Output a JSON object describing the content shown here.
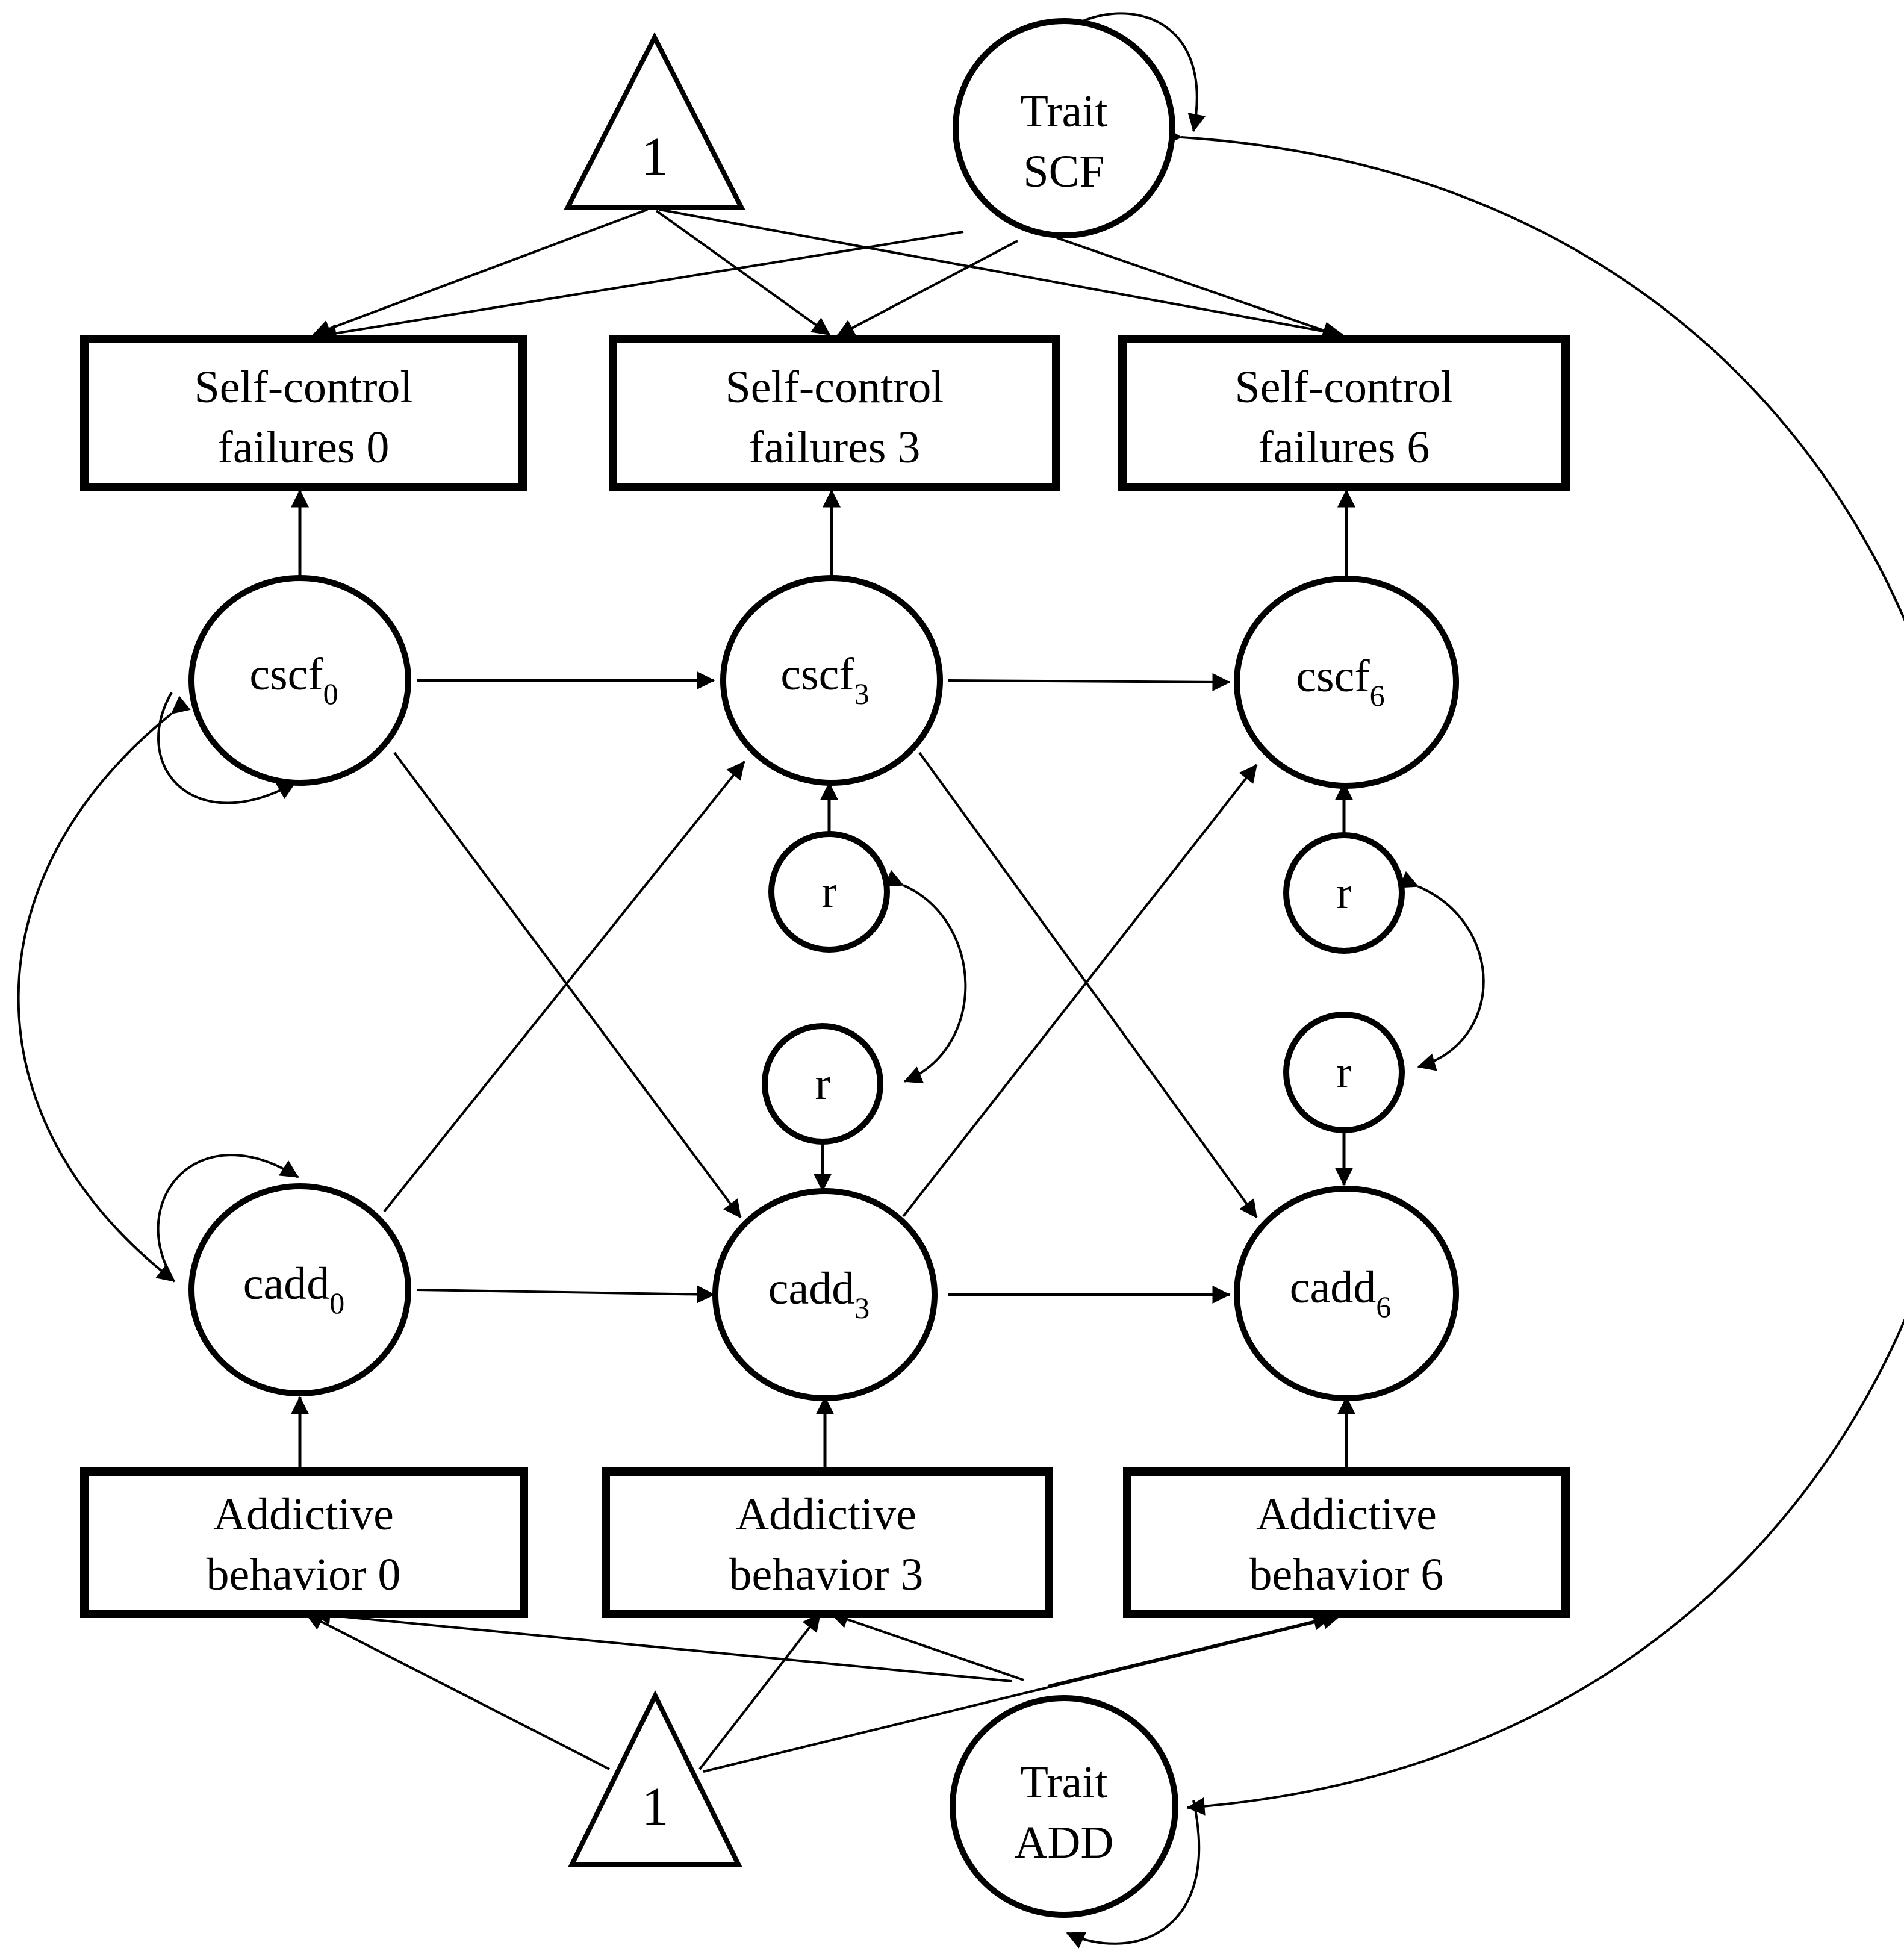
{
  "nodes": {
    "const_top": "1",
    "const_bottom": "1",
    "trait_scf": [
      "Trait",
      "SCF"
    ],
    "trait_add": [
      "Trait",
      "ADD"
    ],
    "scf0": [
      "Self-control",
      "failures 0"
    ],
    "scf3": [
      "Self-control",
      "failures 3"
    ],
    "scf6": [
      "Self-control",
      "failures 6"
    ],
    "add0": [
      "Addictive",
      "behavior 0"
    ],
    "add3": [
      "Addictive",
      "behavior 3"
    ],
    "add6": [
      "Addictive",
      "behavior 6"
    ],
    "cscf0": {
      "base": "cscf",
      "sub": "0"
    },
    "cscf3": {
      "base": "cscf",
      "sub": "3"
    },
    "cscf6": {
      "base": "cscf",
      "sub": "6"
    },
    "cadd0": {
      "base": "cadd",
      "sub": "0"
    },
    "cadd3": {
      "base": "cadd",
      "sub": "3"
    },
    "cadd6": {
      "base": "cadd",
      "sub": "6"
    },
    "r_cscf3": "r",
    "r_cadd3": "r",
    "r_cscf6": "r",
    "r_cadd6": "r"
  }
}
